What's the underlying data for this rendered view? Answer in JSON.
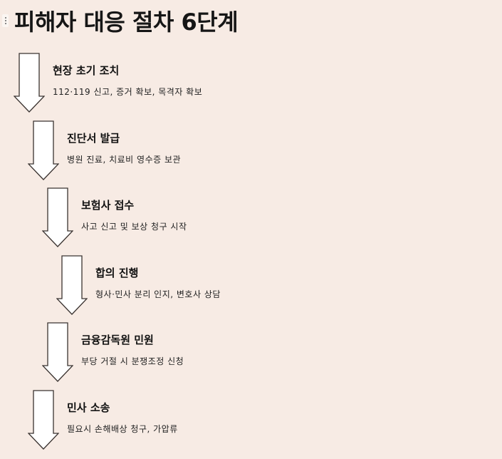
{
  "header": {
    "title": "피해자 대응 절차 6단계"
  },
  "colors": {
    "background": "#F7EBE4",
    "arrow_fill": "#FFFFFF",
    "arrow_stroke": "#3a3330",
    "text": "#111111"
  },
  "steps": [
    {
      "title": "현장 초기 조치",
      "description": "112·119 신고, 증거 확보, 목격자 확보",
      "icon": "down-arrow-icon"
    },
    {
      "title": "진단서 발급",
      "description": "병원 진료, 치료비 영수증 보관",
      "icon": "down-arrow-icon"
    },
    {
      "title": "보험사 접수",
      "description": "사고 신고 및 보상 청구 시작",
      "icon": "down-arrow-icon"
    },
    {
      "title": "합의 진행",
      "description": "형사·민사 분리 인지, 변호사 상담",
      "icon": "down-arrow-icon"
    },
    {
      "title": "금융감독원 민원",
      "description": "부당 거절 시 분쟁조정 신청",
      "icon": "down-arrow-icon"
    },
    {
      "title": "민사 소송",
      "description": "필요시 손해배상 청구, 가압류",
      "icon": "down-arrow-icon"
    }
  ]
}
